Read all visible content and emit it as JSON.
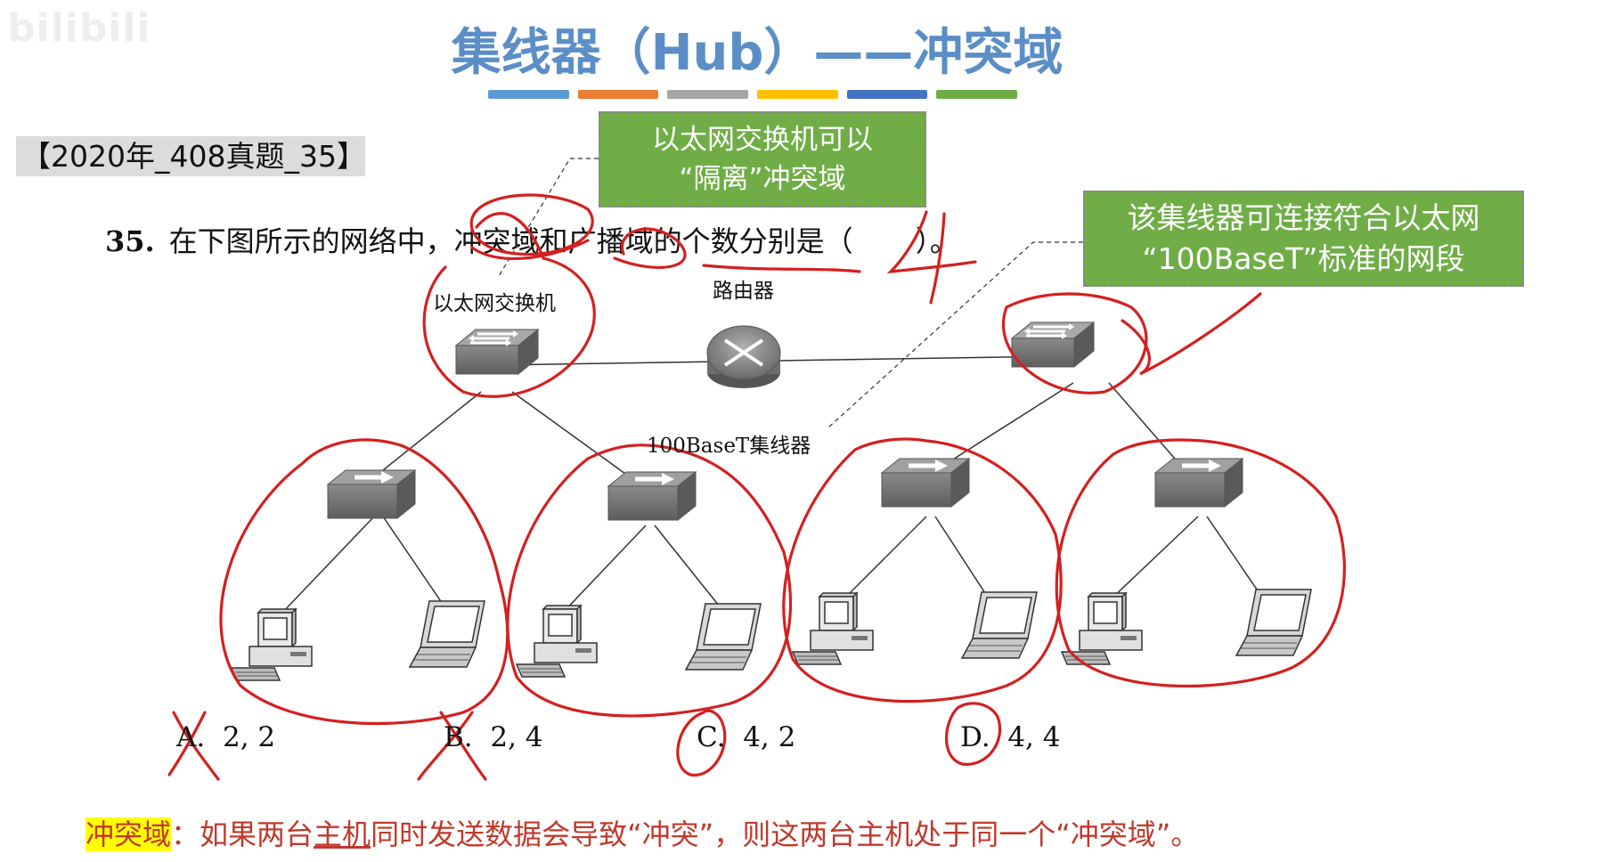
{
  "watermark": "bilibili",
  "title": "集线器（Hub）——冲突域",
  "title_bar_colors": [
    "#5b9bd5",
    "#ed7d31",
    "#a5a5a5",
    "#ffc000",
    "#4472c4",
    "#70ad47"
  ],
  "exam_tag": "【2020年_408真题_35】",
  "question": {
    "number": "35.",
    "text": "在下图所示的网络中，冲突域和广播域的个数分别是（",
    "handwritten_answer": "4",
    "closing": "）。"
  },
  "callouts": {
    "switch_note": [
      "以太网交换机可以",
      "“隔离”冲突域"
    ],
    "hub_note": [
      "该集线器可连接符合以太网",
      "“100BaseT”标准的网段"
    ]
  },
  "diagram_labels": {
    "switch": "以太网交换机",
    "router": "路由器",
    "hub": "100BaseT集线器"
  },
  "options": [
    {
      "letter": "A.",
      "value": "2, 2"
    },
    {
      "letter": "B.",
      "value": "2, 4"
    },
    {
      "letter": "C.",
      "value": "4, 2"
    },
    {
      "letter": "D.",
      "value": "4, 4"
    }
  ],
  "definition": {
    "term": "冲突域",
    "sep": "：",
    "part1": "如果两台",
    "underlined": "主机",
    "part2": "同时发送数据会导致“冲突”，则这两台主机处于同一个“冲突域”。"
  },
  "annotation_color": "#d42020",
  "callout_color": "#70ad47"
}
